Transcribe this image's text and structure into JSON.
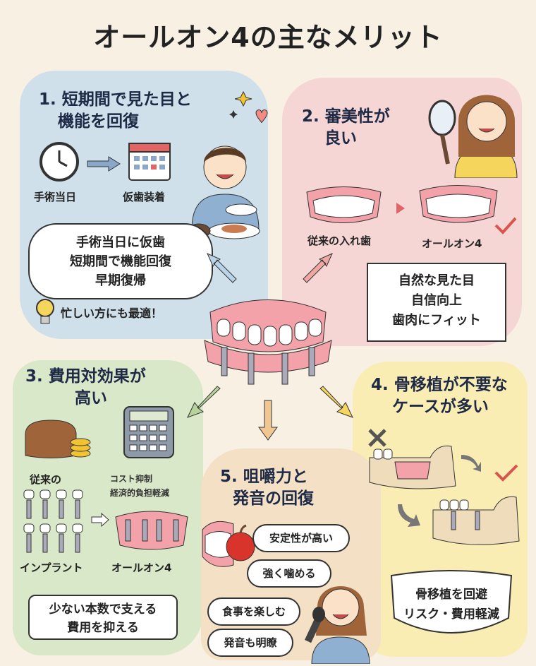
{
  "title": "オールオン4の主なメリット",
  "section1": {
    "heading_line1": "1. 短期間で見た目と",
    "heading_line2": "機能を回復",
    "label_day": "手術当日",
    "label_temp": "仮歯装着",
    "cloud_lines": [
      "手術当日に仮歯",
      "短期間で機能回復",
      "早期復帰"
    ],
    "tip": "忙しい方にも最適！"
  },
  "section2": {
    "heading_line1": "2. 審美性が",
    "heading_line2": "良い",
    "label_old": "従来の入れ歯",
    "label_new": "オールオン4",
    "ribbon_lines": [
      "自然な見た目",
      "自信向上",
      "歯肉にフィット"
    ]
  },
  "section3": {
    "heading_line1": "3. 費用対効果が",
    "heading_line2": "高い",
    "label_old": "従来の",
    "note_line1": "コスト抑制",
    "note_line2": "経済的負担軽減",
    "label_implant": "インプラント",
    "label_new": "オールオン4",
    "tag_line1": "少ない本数で支える",
    "tag_line2": "費用を抑える"
  },
  "section4": {
    "heading_line1": "4. 骨移植が不要な",
    "heading_line2": "ケースが多い",
    "shield_line1": "骨移植を回避",
    "shield_line2": "リスク・費用軽減"
  },
  "section5": {
    "heading_line1": "5. 咀嚼力と",
    "heading_line2": "発音の回復",
    "bubbles": [
      "安定性が高い",
      "強く噛める",
      "食事を楽しむ",
      "発音も明瞭"
    ]
  }
}
